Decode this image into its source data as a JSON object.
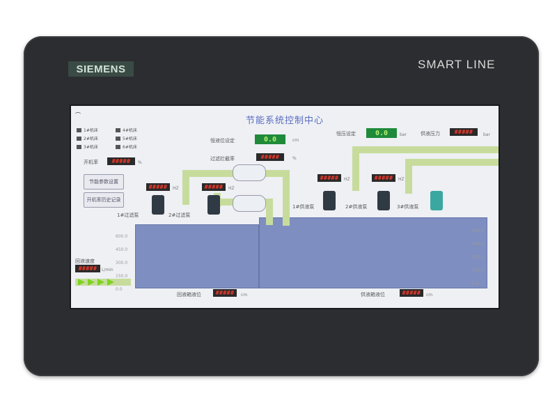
{
  "device": {
    "brand_left": "SIEMENS",
    "brand_right": "SMART LINE"
  },
  "screen": {
    "title": "节能系统控制中心",
    "legend": [
      "1#机床",
      "2#机床",
      "3#机床",
      "4#机床",
      "5#机床",
      "6#机床"
    ],
    "open_rate_label": "开机率",
    "open_rate_value": "#####",
    "open_rate_unit": "%",
    "btn_params": "节能参数设置",
    "btn_history": "开机率历史记录",
    "level_set_label": "恒液位设定",
    "level_set_value": "0.0",
    "level_set_unit": "cm",
    "filter_rate_label": "过滤拦截率",
    "filter_rate_value": "#####",
    "filter_rate_unit": "%",
    "pressure_set_label": "恒压设定",
    "pressure_set_value": "0.0",
    "pressure_set_unit": "bar",
    "supply_pressure_label": "供液压力",
    "supply_pressure_value": "#####",
    "supply_pressure_unit": "bar",
    "pump_filter1_label": "1#过滤泵",
    "pump_filter2_label": "2#过滤泵",
    "pump_supply1_label": "1#供液泵",
    "pump_supply2_label": "2#供液泵",
    "pump_supply3_label": "3#供液泵",
    "hz_value": "#####",
    "hz_unit": "HZ",
    "return_speed_label": "回液速度",
    "return_speed_value": "#####",
    "return_speed_unit": "L/min",
    "return_tank_label": "回液箱液位",
    "return_tank_value": "#####",
    "return_tank_unit": "cm",
    "supply_tank_label": "供液箱液位",
    "supply_tank_value": "#####",
    "supply_tank_unit": "cm",
    "scale_left": [
      "600.0",
      "450.0",
      "300.0",
      "150.0",
      "0.0"
    ],
    "scale_right": [
      "600.0",
      "450.0",
      "300.0",
      "150.0",
      "0.0"
    ]
  },
  "colors": {
    "bezel": "#2c2d30",
    "tank": "#7f8ec0",
    "pipe": "#c7dc9c",
    "arrow": "#7ed321",
    "title": "#5a6cc0"
  }
}
